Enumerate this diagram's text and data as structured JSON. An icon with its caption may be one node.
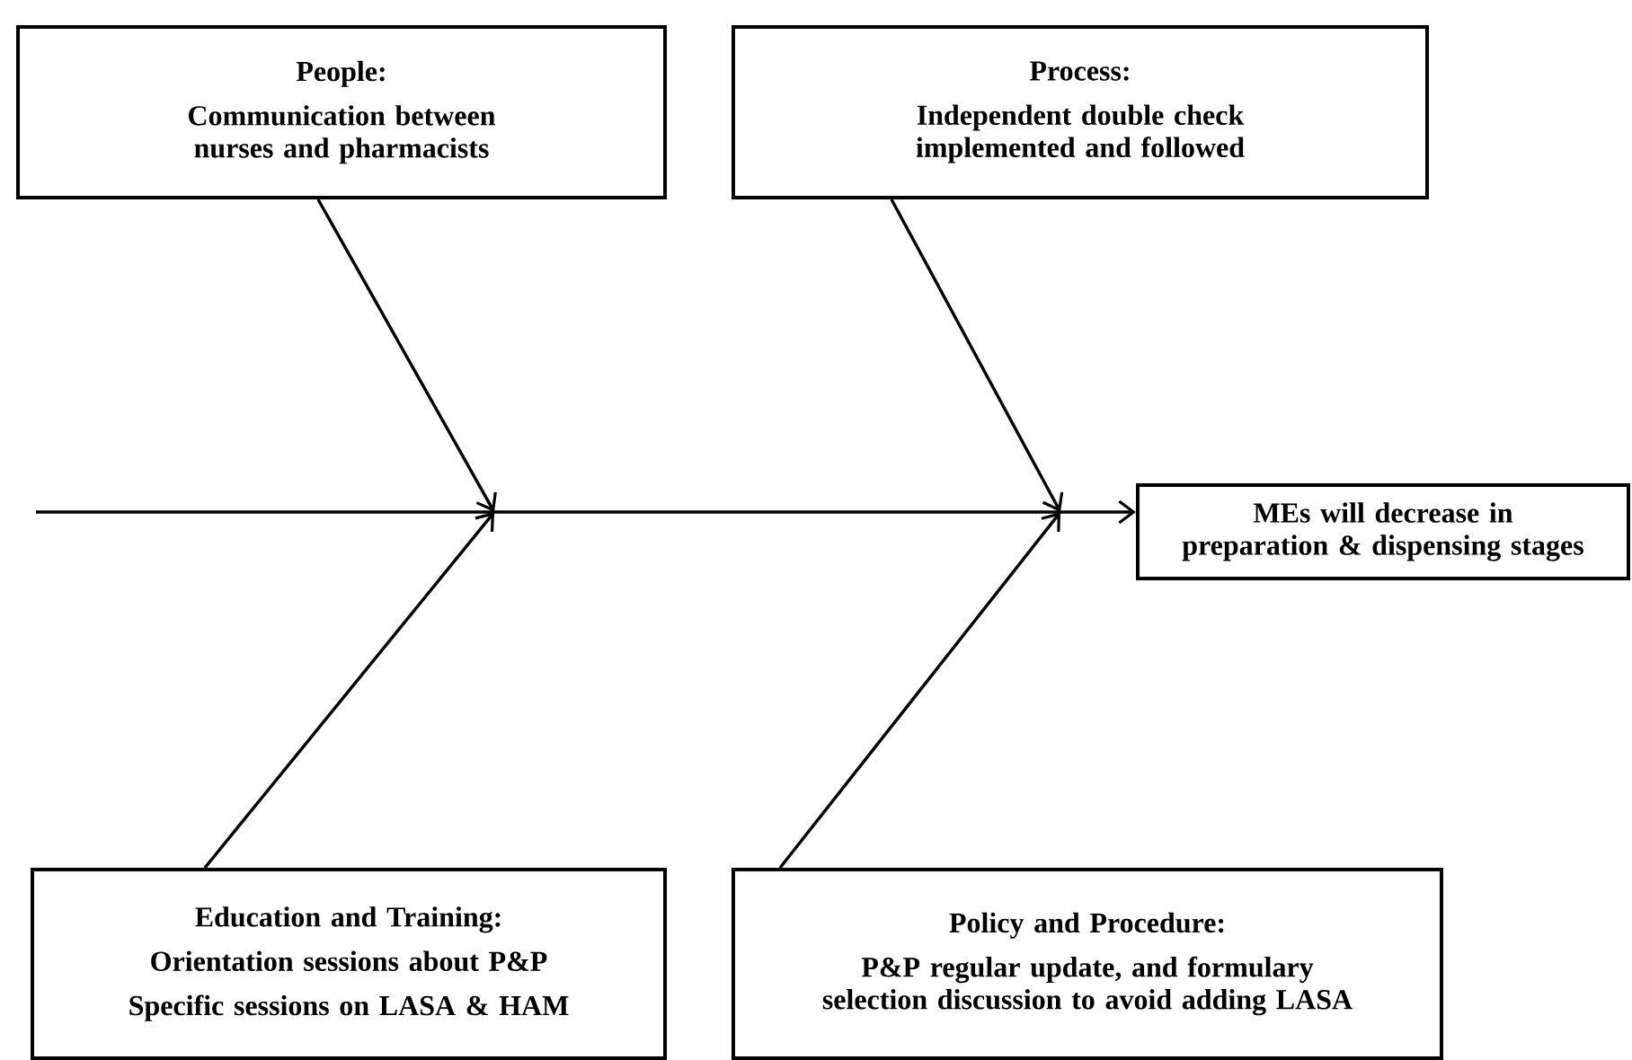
{
  "diagram": {
    "nodes": [
      {
        "text": [
          "People:",
          "Communication between nurses and pharmacists"
        ]
      },
      {
        "text": [
          "Process:",
          "Independent double check implemented and followed"
        ]
      },
      {
        "text": [
          "MEs will decrease in preparation & dispensing stages"
        ]
      },
      {
        "text": [
          "Education and Training:",
          "Orientation sessions about P&P",
          "Specific sessions on LASA & HAM"
        ]
      },
      {
        "text": [
          "Policy and Procedure:",
          "P&P regular update, and formulary selection discussion to avoid adding LASA"
        ]
      }
    ],
    "edges": [
      {
        "from": null,
        "to": 2,
        "arrow": "to"
      },
      {
        "from": 0,
        "to": null,
        "arrow": "to"
      },
      {
        "from": 1,
        "to": null,
        "arrow": "to"
      },
      {
        "from": 3,
        "to": null,
        "arrow": "to"
      },
      {
        "from": 4,
        "to": null,
        "arrow": "to"
      }
    ]
  }
}
